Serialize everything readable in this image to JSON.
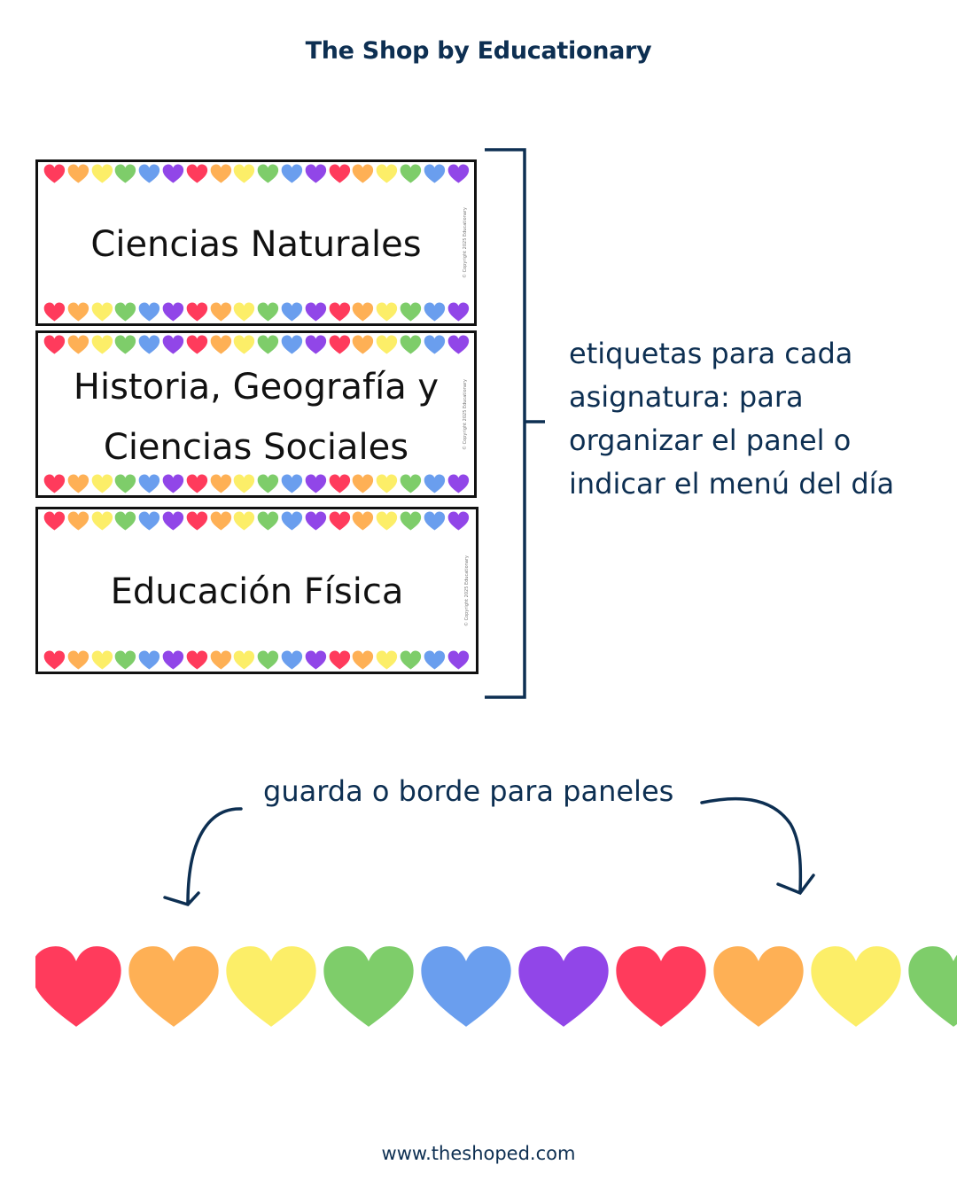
{
  "header": {
    "title": "The Shop by Educationary"
  },
  "cards": [
    {
      "lines": [
        "Ciencias Naturales"
      ],
      "copyright": "© Copyright 2025 Educationary"
    },
    {
      "lines": [
        "Historia, Geografía y",
        "Ciencias Sociales"
      ],
      "copyright": "© Copyright 2025 Educationary"
    },
    {
      "lines": [
        "Educación Física"
      ],
      "copyright": "© Copyright 2025 Educationary"
    }
  ],
  "annotations": {
    "labels_note": "etiquetas para cada asignatura: para organizar el panel o indicar el menú del día",
    "border_note": "guarda o borde para paneles"
  },
  "colors": {
    "hearts": [
      "#ff3b5c",
      "#feb055",
      "#fcee68",
      "#7ecd6a",
      "#6a9eee",
      "#9146e8"
    ],
    "navy": "#0d2f52"
  },
  "footer": {
    "url": "www.theshoped.com"
  }
}
